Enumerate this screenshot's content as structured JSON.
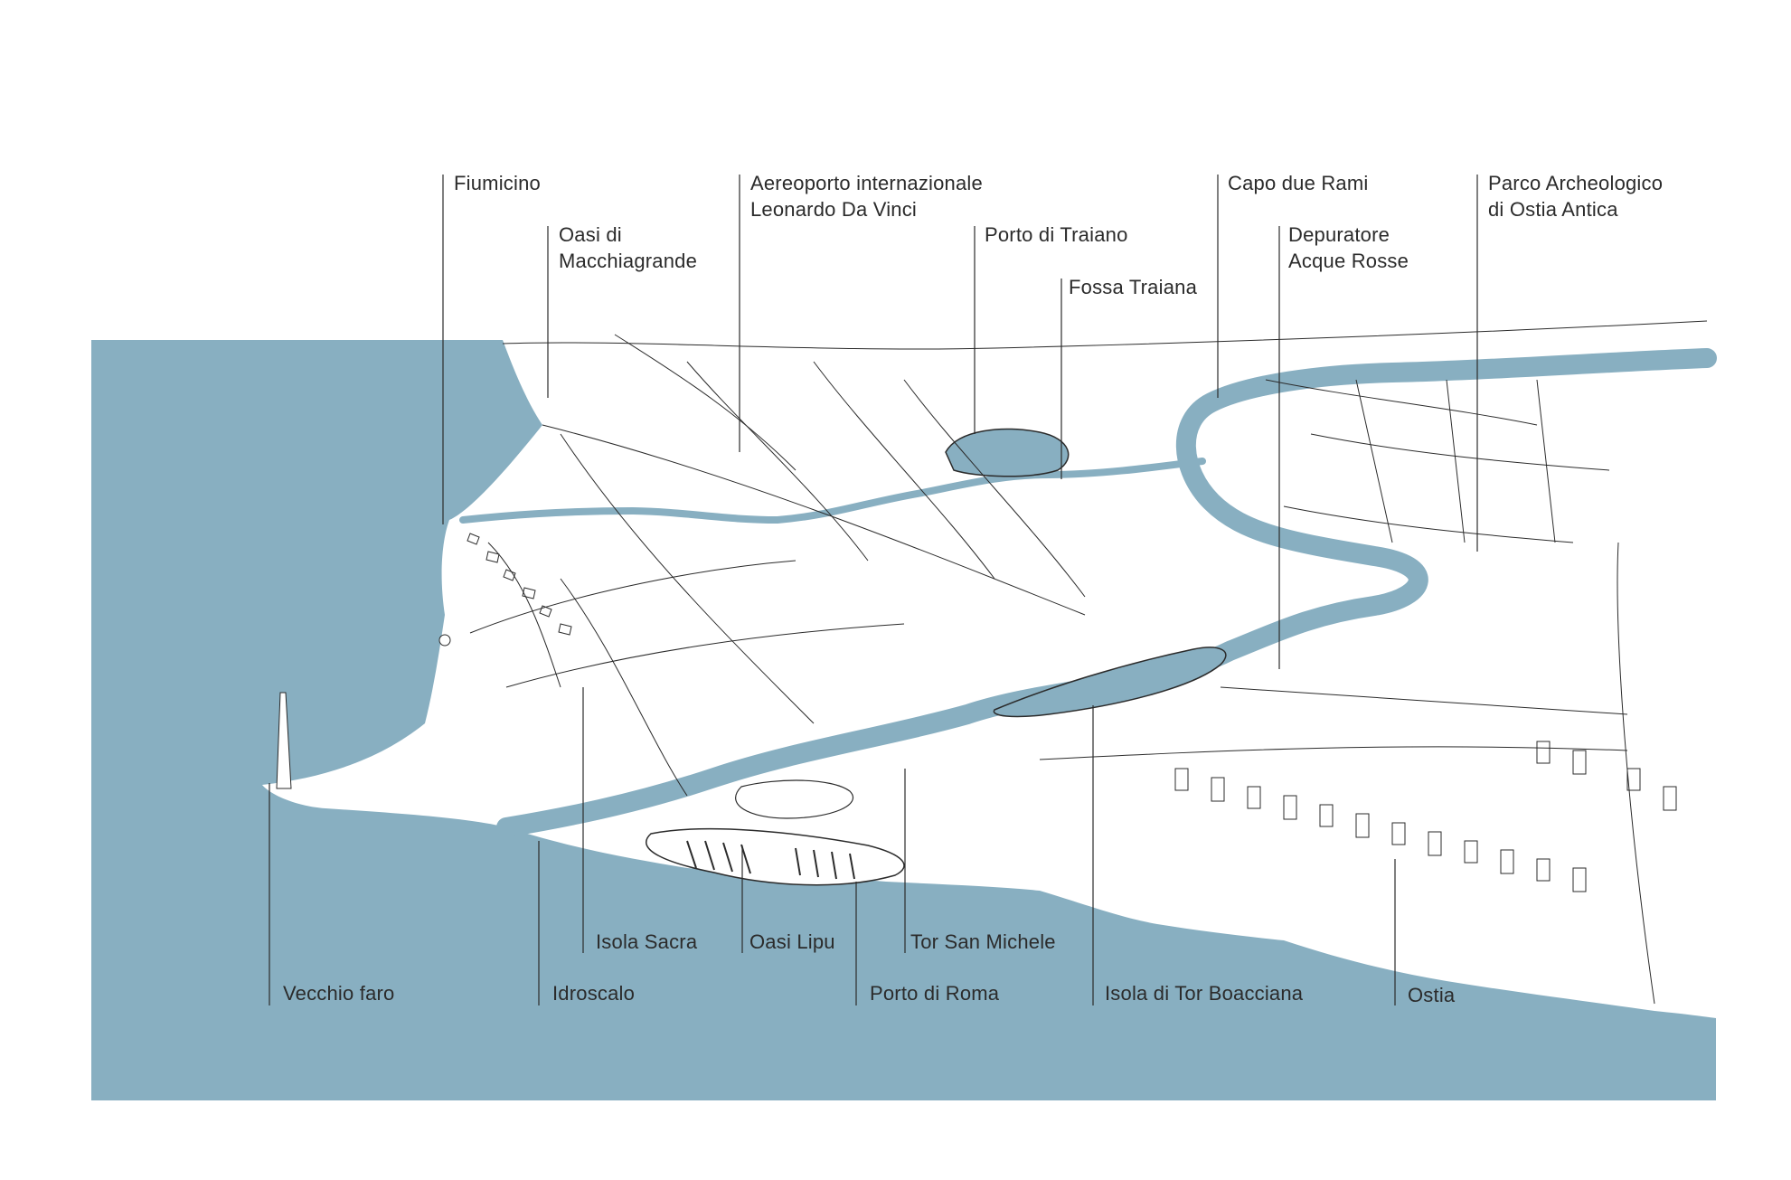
{
  "colors": {
    "water": "#88afc1",
    "ink": "#2b2b2b",
    "paper": "#ffffff"
  },
  "labels": {
    "fiumicino": [
      "Fiumicino"
    ],
    "oasi_macchiagrande": [
      "Oasi di",
      "Macchiagrande"
    ],
    "aeroporto": [
      "Aereoporto internazionale",
      "Leonardo Da Vinci"
    ],
    "porto_traiano": [
      "Porto di Traiano"
    ],
    "fossa_traiana": [
      "Fossa Traiana"
    ],
    "capo_due_rami": [
      "Capo due Rami"
    ],
    "depuratore": [
      "Depuratore",
      "Acque Rosse"
    ],
    "parco_archeologico": [
      "Parco Archeologico",
      "di Ostia Antica"
    ],
    "vecchio_faro": [
      "Vecchio faro"
    ],
    "idroscalo": [
      "Idroscalo"
    ],
    "isola_sacra": [
      "Isola Sacra"
    ],
    "oasi_lipu": [
      "Oasi Lipu"
    ],
    "porto_roma": [
      "Porto di Roma"
    ],
    "tor_san_michele": [
      "Tor San Michele"
    ],
    "isola_tor_boacciana": [
      "Isola di Tor Boacciana"
    ],
    "ostia": [
      "Ostia"
    ]
  }
}
